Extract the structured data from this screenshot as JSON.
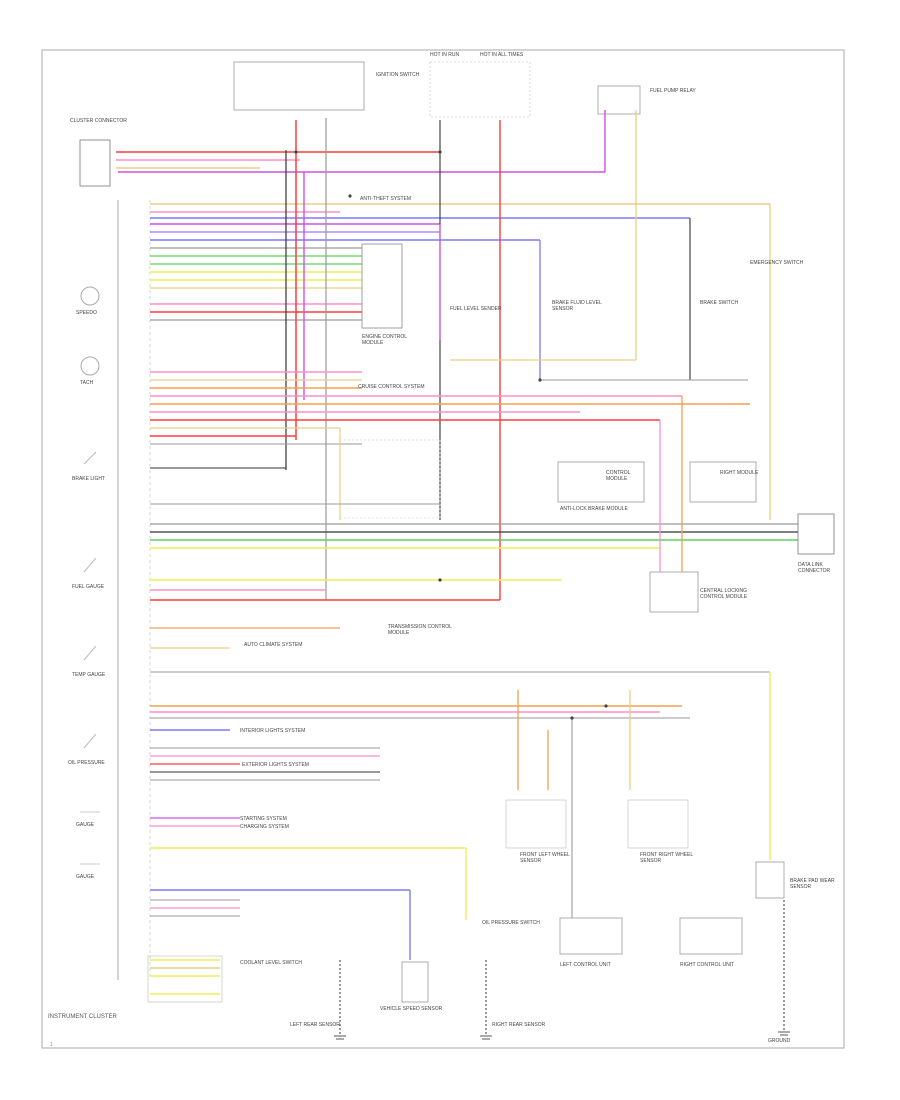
{
  "diagram": {
    "title": "INSTRUMENT CLUSTER",
    "code": "1"
  },
  "colors": {
    "red": "#ff3b3b",
    "pink": "#ff8fc8",
    "magenta": "#d050e0",
    "blue": "#7a7aff",
    "green": "#5ad25a",
    "yellow": "#eeee55",
    "tan": "#e8cf86",
    "orange": "#f0a050",
    "gray": "#9a9a9a",
    "black": "#333333",
    "violet": "#b48cf0"
  },
  "labels": {
    "top_switch": "IGNITION SWITCH",
    "fuse_left": "HOT IN RUN",
    "fuse_right": "HOT IN ALL TIMES",
    "fuel_relay": "FUEL PUMP RELAY",
    "cluster_connector": "CLUSTER CONNECTOR",
    "speedo": "SPEEDO",
    "tach": "TACH",
    "brake_light": "BRAKE LIGHT",
    "fuel_gauge": "FUEL GAUGE",
    "temp_gauge": "TEMP GAUGE",
    "oil_press": "OIL PRESSURE",
    "gauge_left": "GAUGE",
    "gauge_right": "GAUGE",
    "engine_module": "ENGINE CONTROL MODULE",
    "fuel_sender": "FUEL LEVEL SENDER",
    "brake_fluid": "BRAKE FLUID LEVEL SENSOR",
    "emergency_switch": "EMERGENCY SWITCH",
    "brake_switch": "BRAKE SWITCH",
    "transmission_module": "TRANSMISSION CONTROL MODULE",
    "abs_module": "ANTI-LOCK BRAKE MODULE",
    "control_module": "CONTROL MODULE",
    "right_module": "RIGHT MODULE",
    "data_link": "DATA LINK CONNECTOR",
    "lock_module": "CENTRAL LOCKING CONTROL MODULE",
    "speed_sensor": "VEHICLE SPEED SENSOR",
    "front_left_sensor": "FRONT LEFT WHEEL SENSOR",
    "front_right_sensor": "FRONT RIGHT WHEEL SENSOR",
    "left_control": "LEFT CONTROL UNIT",
    "right_control": "RIGHT CONTROL UNIT",
    "coolant_switch": "COOLANT LEVEL SWITCH",
    "oil_switch": "OIL PRESSURE SWITCH",
    "brake_pad": "BRAKE PAD WEAR SENSOR",
    "left_rear": "LEFT REAR SENSOR",
    "right_rear": "RIGHT REAR SENSOR",
    "grounds": "GROUND",
    "auto_climate": "AUTO CLIMATE SYSTEM",
    "interior_lights": "INTERIOR LIGHTS SYSTEM",
    "anti_theft": "ANTI-THEFT SYSTEM",
    "starting_system": "STARTING SYSTEM",
    "charging_system": "CHARGING SYSTEM",
    "cruise_control": "CRUISE CONTROL SYSTEM",
    "lighting": "EXTERIOR LIGHTS SYSTEM"
  }
}
